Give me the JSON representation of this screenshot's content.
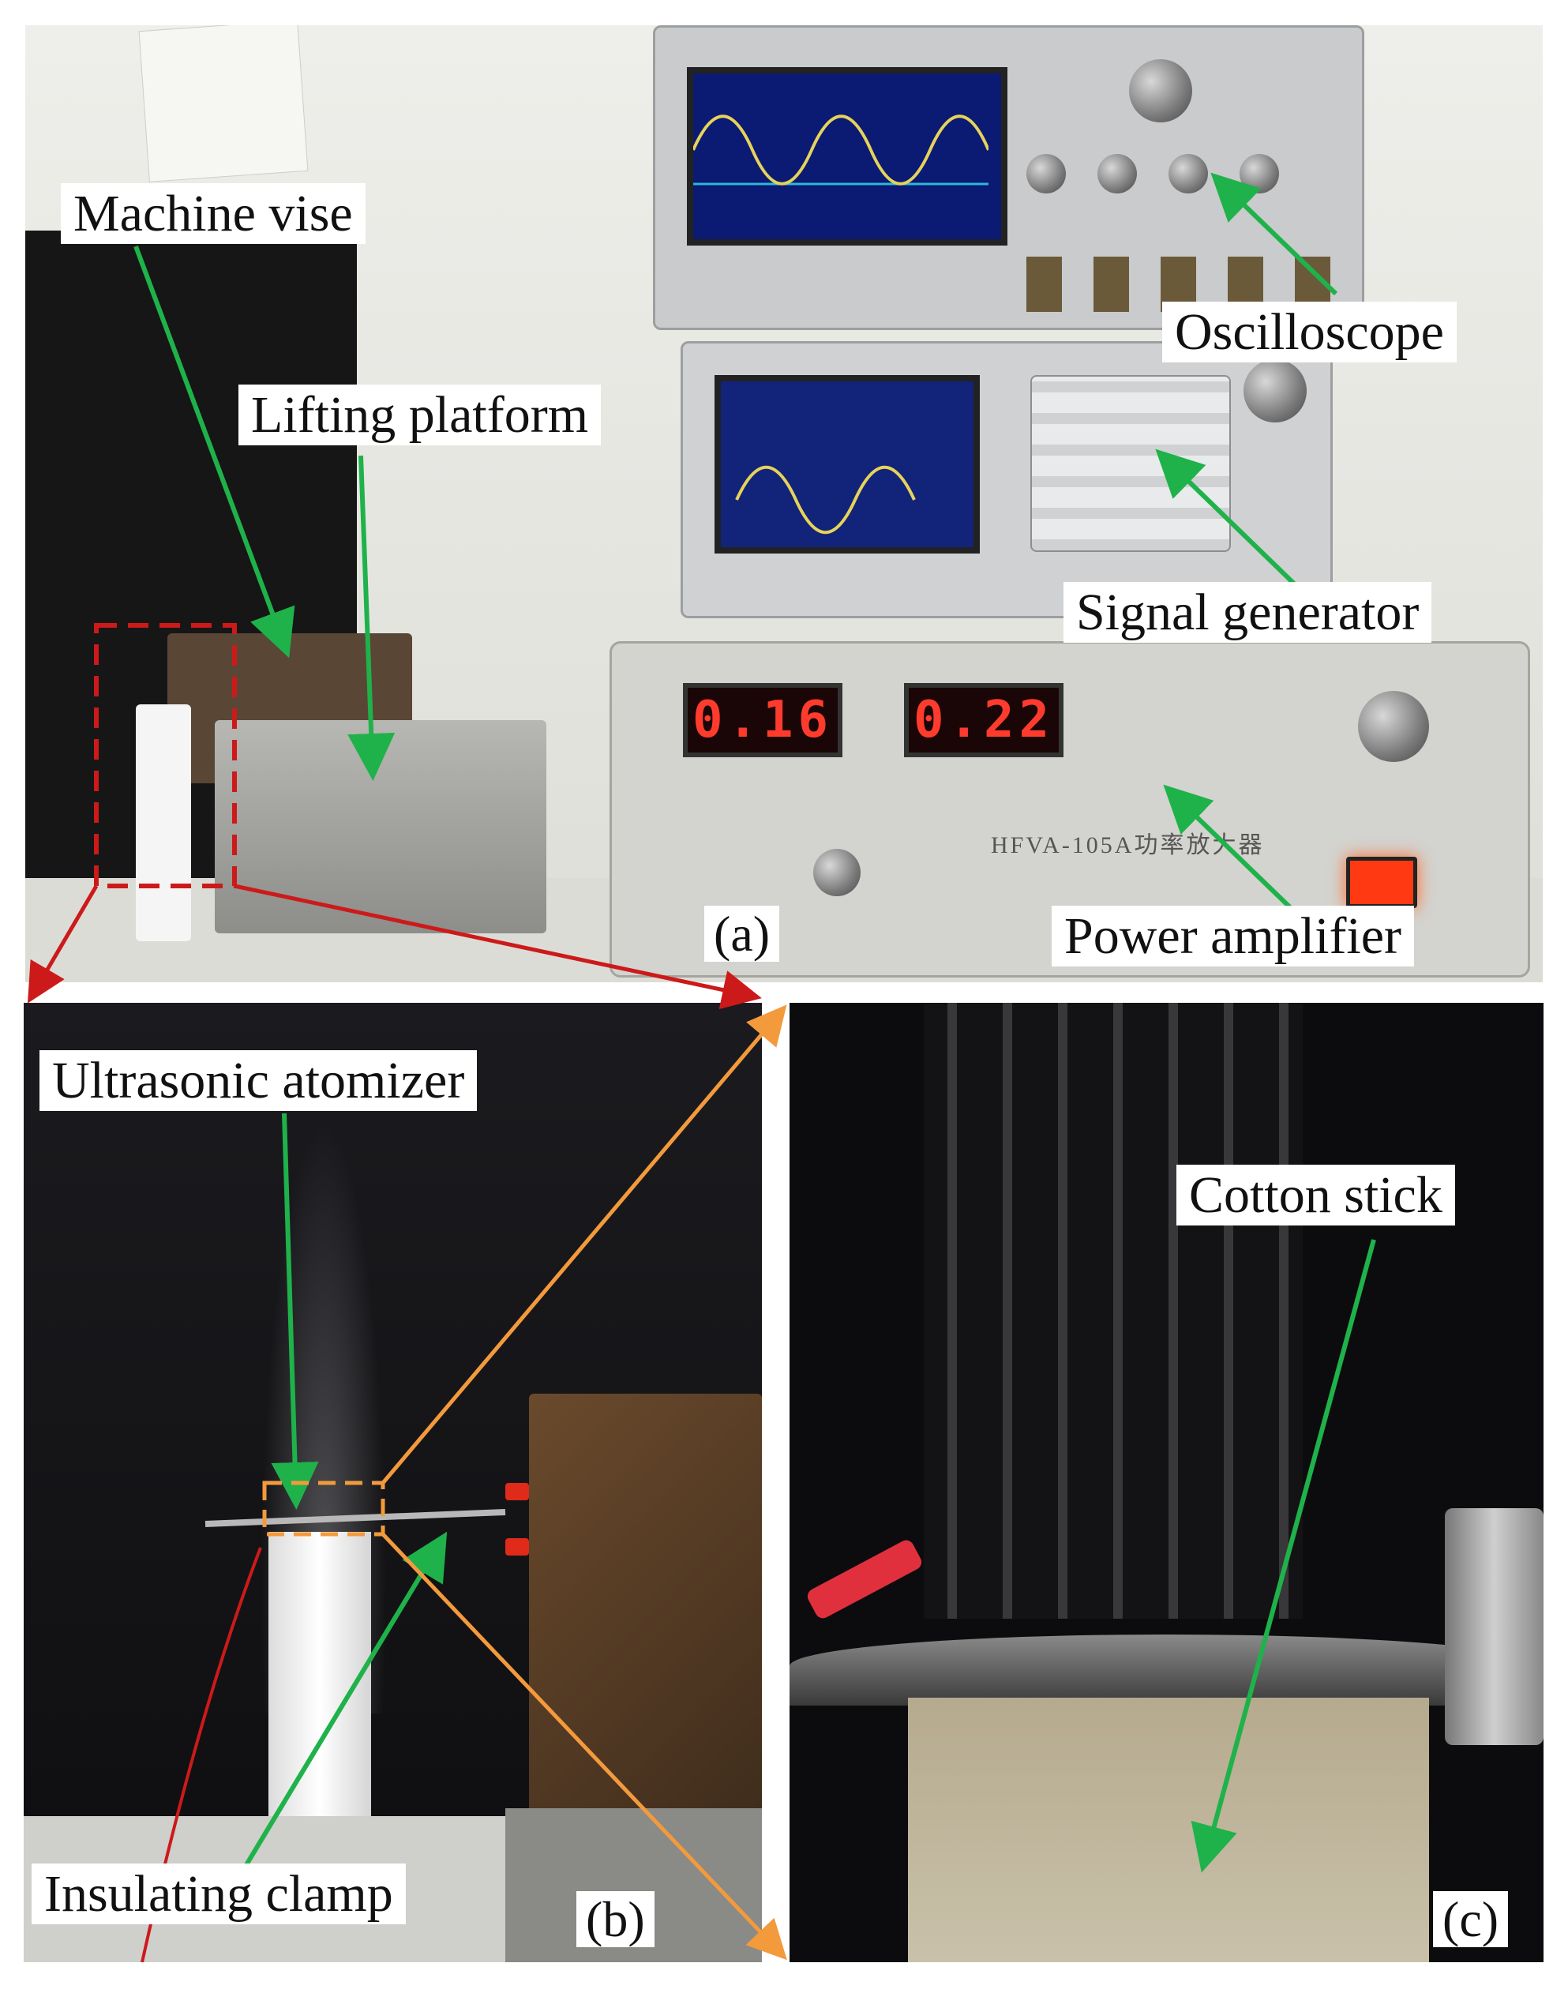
{
  "panels": {
    "a": {
      "tag": "(a)",
      "labels": {
        "machine_vise": "Machine vise",
        "lifting_platform": "Lifting platform",
        "oscilloscope": "Oscilloscope",
        "signal_generator": "Signal generator",
        "power_amplifier": "Power amplifier"
      },
      "displays": {
        "left_readout": "0.16",
        "right_readout": "0.22"
      },
      "amplifier_model": "HFVA-105A功率放大器"
    },
    "b": {
      "tag": "(b)",
      "labels": {
        "ultrasonic_atomizer": "Ultrasonic atomizer",
        "insulating_clamp": "Insulating clamp"
      }
    },
    "c": {
      "tag": "(c)",
      "labels": {
        "cotton_stick": "Cotton stick"
      }
    }
  },
  "colors": {
    "pointer_green": "#1fb24a",
    "highlight_red": "#cc1a1a",
    "zoom_orange": "#f39a3c",
    "display_red": "#ff3b2e"
  }
}
